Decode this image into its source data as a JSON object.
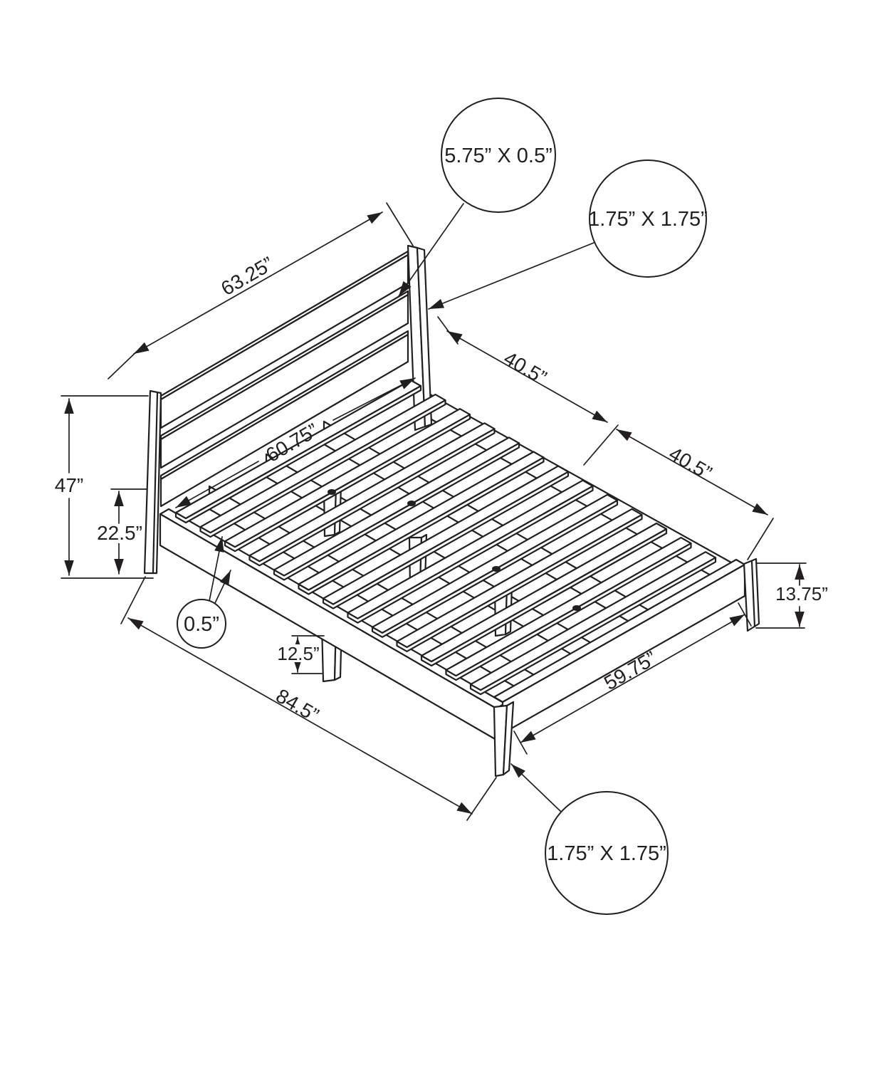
{
  "figure": {
    "type": "technical-drawing",
    "subject": "platform bed frame with slatted headboard, isometric dimension diagram",
    "units": "inches",
    "line_color": "#231f20",
    "background_color": "#ffffff"
  },
  "dims": {
    "headboard_width": "63.25”",
    "inner_width": "60.75”",
    "headboard_height": "47”",
    "platform_height": "22.5”",
    "half_length_head": "40.5”",
    "half_length_foot": "40.5”",
    "overall_length": "84.5”",
    "foot_width": "59.75”",
    "foot_height": "13.75”",
    "clearance": "12.5”"
  },
  "callouts": {
    "headboard_slat_section": "5.75” X 0.5”",
    "post_section": "1.75” X 1.75”",
    "slat_thickness": "0.5”",
    "leg_section": "1.75” X 1.75”"
  }
}
